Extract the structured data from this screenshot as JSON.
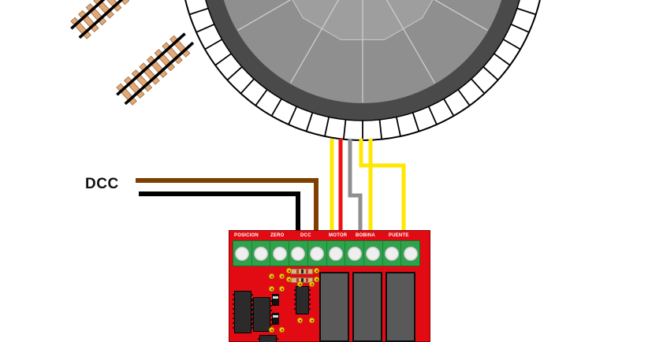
{
  "diagram": {
    "dcc_label": "DCC"
  },
  "turntable": {
    "colors": {
      "tie_ring": "#ffffff",
      "outer_dark_ring": "#4a4a4a",
      "deck": "#8f8f8f",
      "pit": "#9e9e9e"
    }
  },
  "tracks": {
    "tie_color": "#e2a878",
    "rail_color": "#000000"
  },
  "wires": {
    "dcc_brown": {
      "color": "#7e3f00"
    },
    "dcc_black": {
      "color": "#000000"
    },
    "yellow_left": {
      "color": "#ffe800"
    },
    "red": {
      "color": "#ee1111"
    },
    "gray": {
      "color": "#8f8f8f"
    },
    "yellow_mid": {
      "color": "#ffe800"
    },
    "yellow_right": {
      "color": "#ffe800"
    }
  },
  "board": {
    "terminal_count": 10,
    "terminal_labels": [
      "POSICION",
      "ZERO",
      "DCC",
      "MOTOR",
      "BOBINA",
      "PUENTE"
    ],
    "colors": {
      "board": "#e20b14",
      "terminal_block": "#2fa24c",
      "terminal_hole": "#efefef",
      "relay": "#595959",
      "pad": "#f6c90e"
    }
  }
}
